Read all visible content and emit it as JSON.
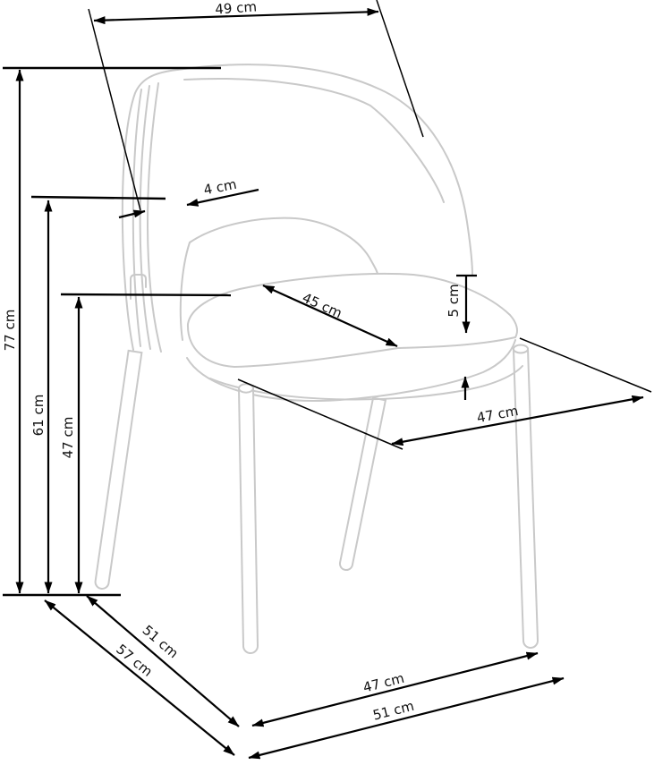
{
  "diagram": {
    "subject": "chair",
    "background_color": "#ffffff",
    "chair_outline_color": "#c9c9c9",
    "dimension_color": "#000000",
    "unit": "cm",
    "labels": {
      "backrest_top_width": "49 cm",
      "backrest_frame_thickness": "4 cm",
      "seat_surface_depth": "45 cm",
      "seat_cushion_thickness": "5 cm",
      "total_height": "77 cm",
      "backrest_opening_height": "61 cm",
      "seat_height": "47 cm",
      "seat_width_diagonal": "47 cm",
      "side_depth_inner": "51 cm",
      "side_depth_total": "57 cm",
      "front_width_inner": "47 cm",
      "front_width_total": "51 cm"
    }
  }
}
